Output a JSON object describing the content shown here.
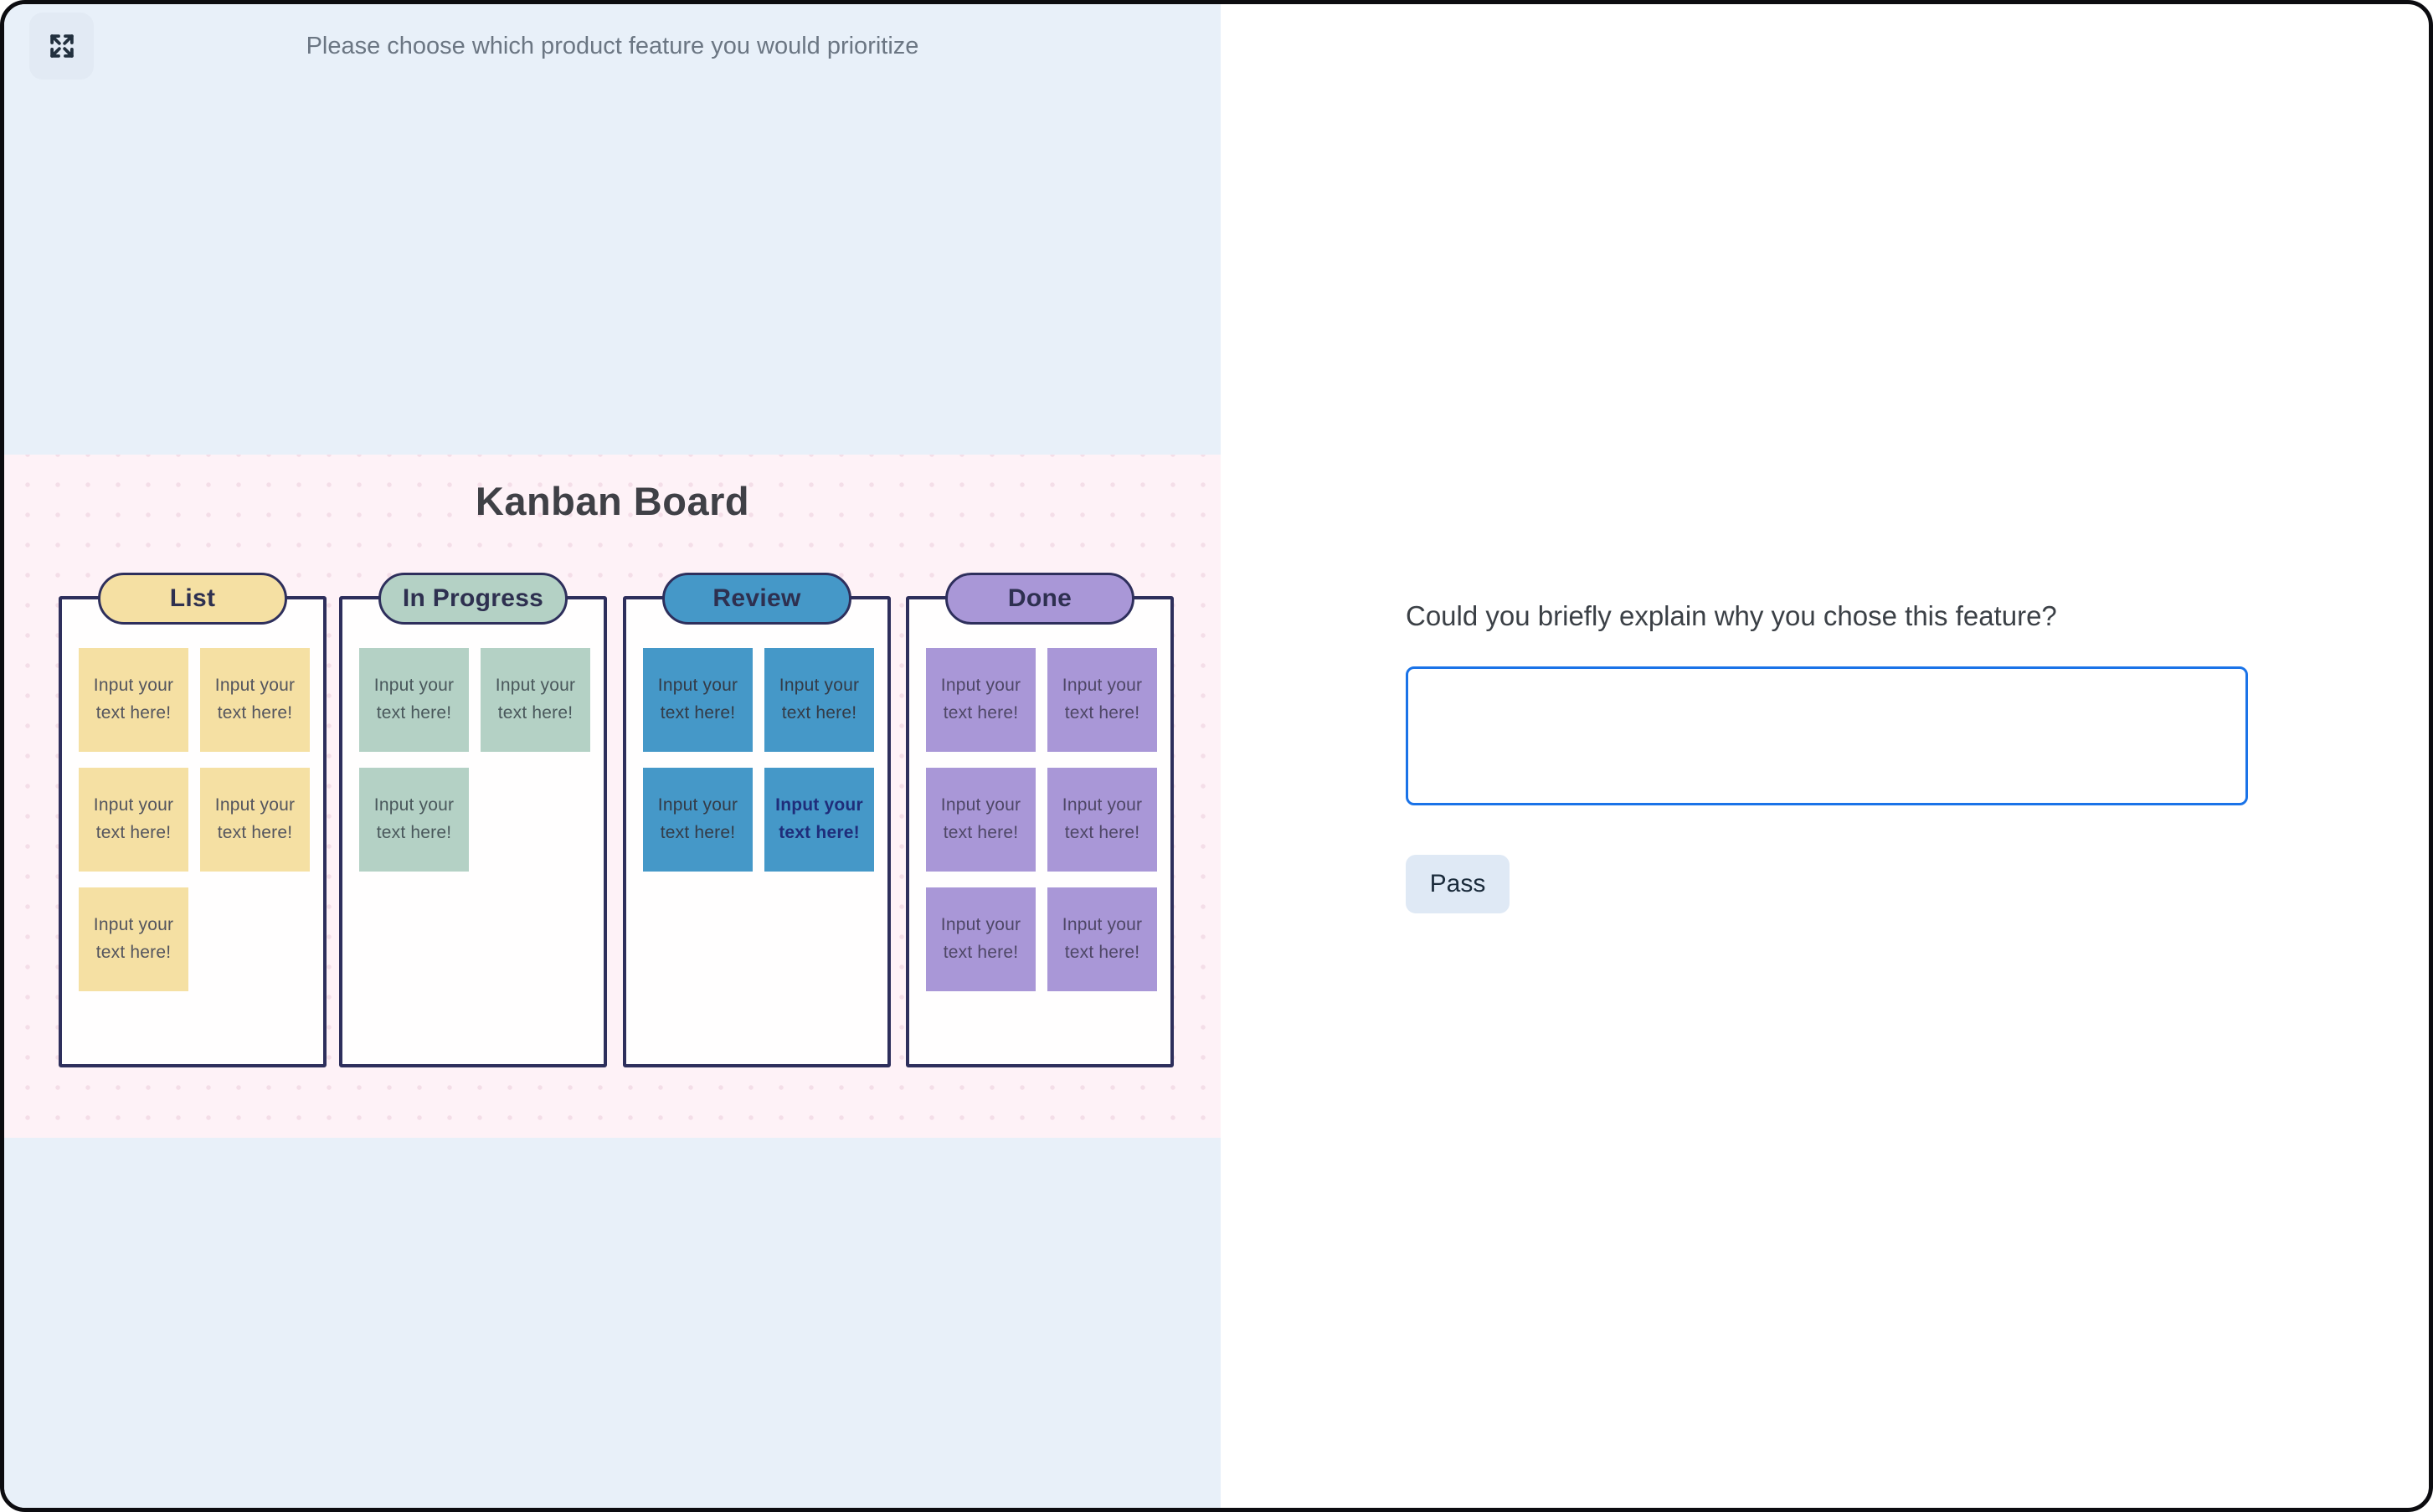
{
  "prompt_bar": {
    "prompt": "Please choose which product feature you would prioritize"
  },
  "icons": {
    "expand": "fullscreen-expand-arrows"
  },
  "board": {
    "title": "Kanban Board",
    "panel_border_color": "#2e2f5c",
    "emphasis_text_color": "#1f2d7a",
    "columns": [
      {
        "label": "List",
        "color": "#f5e0a3",
        "text_color": "#54555e",
        "cards": [
          {
            "text": "Input your text here!",
            "emphasis": false
          },
          {
            "text": "Input your text here!",
            "emphasis": false
          },
          {
            "text": "Input your text here!",
            "emphasis": false
          },
          {
            "text": "Input your text here!",
            "emphasis": false
          },
          {
            "text": "Input your text here!",
            "emphasis": false
          }
        ]
      },
      {
        "label": "In Progress",
        "color": "#b4d1c5",
        "text_color": "#4a585c",
        "cards": [
          {
            "text": "Input your text here!",
            "emphasis": false
          },
          {
            "text": "Input your text here!",
            "emphasis": false
          },
          {
            "text": "Input your text here!",
            "emphasis": false
          }
        ]
      },
      {
        "label": "Review",
        "color": "#4598c8",
        "text_color": "#343b47",
        "cards": [
          {
            "text": "Input your text here!",
            "emphasis": false
          },
          {
            "text": "Input your text here!",
            "emphasis": false
          },
          {
            "text": "Input your text here!",
            "emphasis": false
          },
          {
            "text": "Input your text here!",
            "emphasis": true
          }
        ]
      },
      {
        "label": "Done",
        "color": "#a997d7",
        "text_color": "#4e4766",
        "cards": [
          {
            "text": "Input your text here!",
            "emphasis": false
          },
          {
            "text": "Input your text here!",
            "emphasis": false
          },
          {
            "text": "Input your text here!",
            "emphasis": false
          },
          {
            "text": "Input your text here!",
            "emphasis": false
          },
          {
            "text": "Input your text here!",
            "emphasis": false
          },
          {
            "text": "Input your text here!",
            "emphasis": false
          }
        ]
      }
    ]
  },
  "form": {
    "question": "Could you briefly explain why you chose this feature?",
    "answer_value": "",
    "pass_label": "Pass"
  },
  "colors": {
    "left_background": "#e8f0f9",
    "board_background": "#fef2f7",
    "accent_blue": "#1a73e8",
    "pass_background": "#dfe9f5",
    "expand_button_background": "#e2eaf4"
  }
}
